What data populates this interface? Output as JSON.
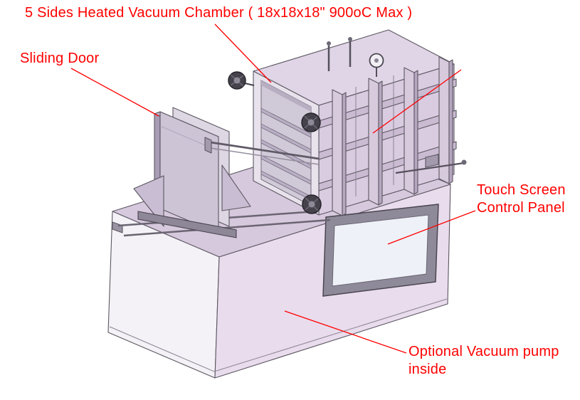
{
  "page": {
    "background": "#ffffff"
  },
  "annotations": {
    "color": "#ff0000",
    "title": "5 Sides Heated Vacuum Chamber ( 18x18x18\" 900oC Max )",
    "sliding_door": "Sliding Door",
    "touch_screen": "Touch Screen\nControl Panel",
    "vacuum_pump": "Optional Vacuum pump\ninside"
  },
  "machine": {
    "colors": {
      "outline": "#5c5762",
      "cabinet_front": "#f4f2f6",
      "cabinet_side": "#e9dcec",
      "cabinet_top": "#d6c8dd",
      "chamber_front": "#e8e2ec",
      "chamber_top": "#e0d5e6",
      "chamber_side": "#d9cbe0",
      "plate": "#d7cadd",
      "plate_edge": "#b7a7c1",
      "shelf": "#b9aec4",
      "door": "#cdc4d6",
      "screen_frame": "#8f8a99",
      "screen": "#eef1f8"
    }
  }
}
